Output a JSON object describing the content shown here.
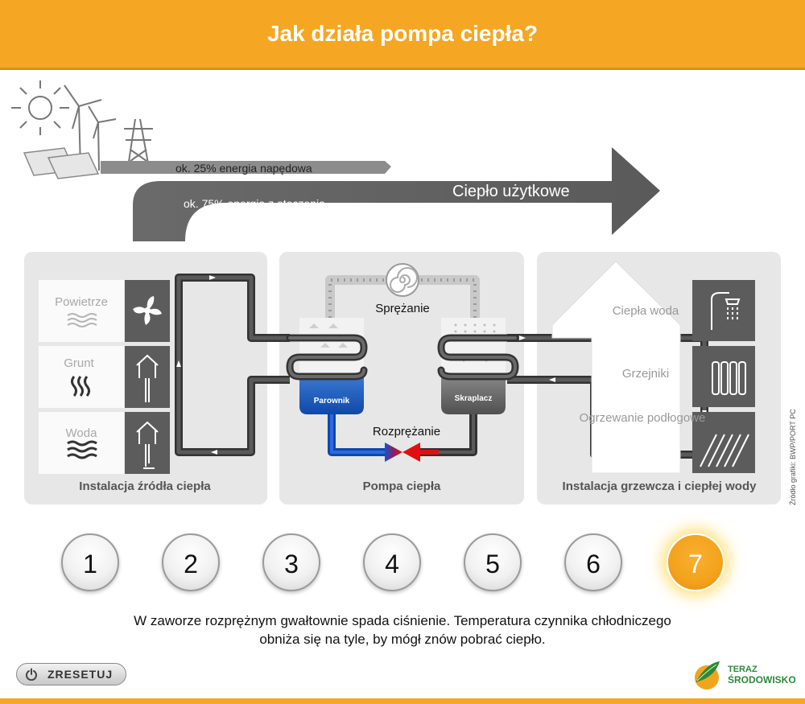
{
  "header": {
    "title": "Jak działa pompa ciepła?",
    "color": "#f5a623"
  },
  "energy_arrow": {
    "drive_label": "ok. 25% energia napędowa",
    "ambient_label": "ok. 75% energia z otoczenia",
    "useful_heat_label": "Ciepło użytkowe"
  },
  "panels": {
    "source": {
      "title": "Instalacja źródła ciepła",
      "items": [
        {
          "label": "Powietrze",
          "icon": "fan-icon"
        },
        {
          "label": "Grunt",
          "icon": "ground-probe-icon"
        },
        {
          "label": "Woda",
          "icon": "water-well-icon"
        }
      ]
    },
    "pump": {
      "title": "Pompa ciepła",
      "compression_label": "Sprężanie",
      "expansion_label": "Rozprężanie",
      "evaporator_label": "Parownik",
      "condenser_label": "Skraplacz"
    },
    "heating": {
      "title": "Instalacja grzewcza i ciepłej wody",
      "items": [
        {
          "label": "Ciepła woda",
          "icon": "shower-icon"
        },
        {
          "label": "Grzejniki",
          "icon": "radiator-icon"
        },
        {
          "label": "Ogrzewanie podłogowe",
          "icon": "floor-heating-icon"
        }
      ]
    }
  },
  "credit": "Źródło grafiki: BWP/PORT PC",
  "steps": {
    "labels": [
      "1",
      "2",
      "3",
      "4",
      "5",
      "6",
      "7"
    ],
    "active": "7",
    "active_color": "#f4a21c"
  },
  "description": "W zaworze rozprężnym gwałtownie spada ciśnienie. Temperatura czynnika chłodniczego obniża się na tyle, by mógł znów pobrać ciepło.",
  "reset": {
    "label": "ZRESETUJ",
    "icon": "power-icon"
  },
  "logo": {
    "line1": "TERAZ",
    "line2": "ŚRODOWISKO",
    "icon": "leaf-globe-icon"
  }
}
